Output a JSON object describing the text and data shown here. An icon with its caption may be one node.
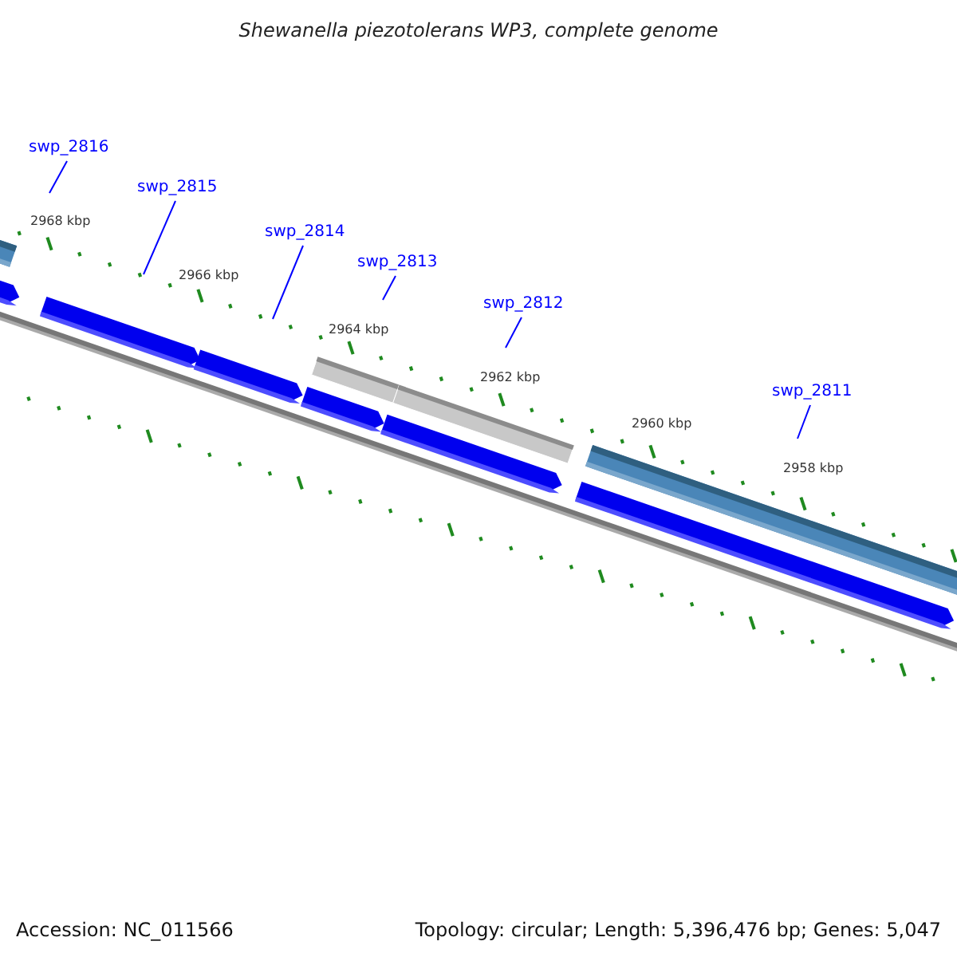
{
  "diagram": {
    "title": "Shewanella piezotolerans WP3, complete genome",
    "nodes": [
      {
        "text": [
          "swp_2816"
        ]
      },
      {
        "text": [
          "swp_2815"
        ]
      },
      {
        "text": [
          "swp_2814"
        ]
      },
      {
        "text": [
          "swp_2813"
        ]
      },
      {
        "text": [
          "swp_2812"
        ]
      },
      {
        "text": [
          "swp_2811"
        ]
      }
    ],
    "edges": [
      {
        "from": 0,
        "to": null,
        "arrow": "none"
      },
      {
        "from": 1,
        "to": null,
        "arrow": "none"
      },
      {
        "from": 2,
        "to": null,
        "arrow": "none"
      },
      {
        "from": 3,
        "to": null,
        "arrow": "none"
      },
      {
        "from": 4,
        "to": null,
        "arrow": "none"
      },
      {
        "from": 5,
        "to": null,
        "arrow": "none"
      }
    ],
    "labels": [
      "2968 kbp",
      "2966 kbp",
      "2964 kbp",
      "2962 kbp",
      "2960 kbp",
      "2958 kbp",
      "Accession: NC_011566",
      "Topology: circular; Length: 5,396,476 bp; Genes: 5,047"
    ]
  }
}
